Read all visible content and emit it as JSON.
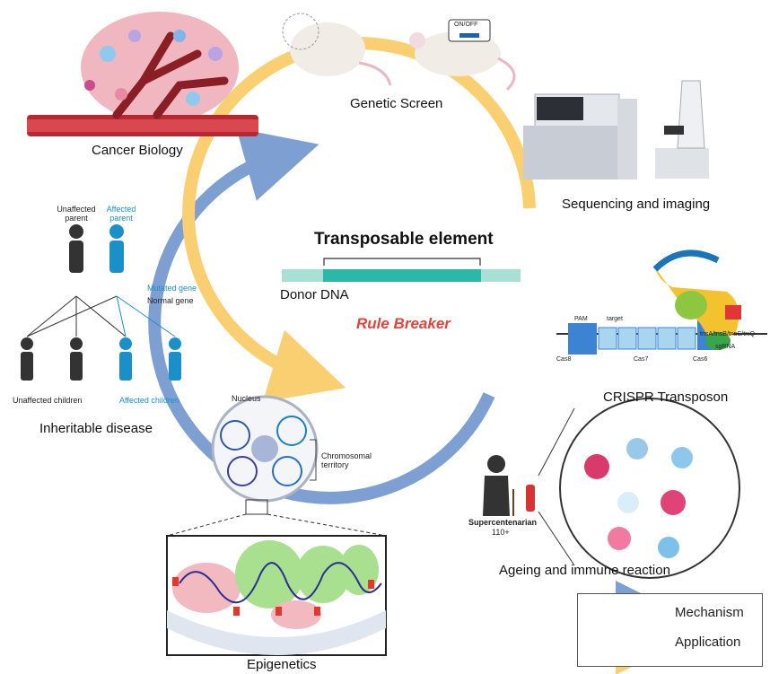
{
  "center": {
    "title": "Transposable element",
    "donor_label": "Donor DNA",
    "tagline": "Rule Breaker"
  },
  "panels": {
    "cancer": "Cancer Biology",
    "screen": "Genetic Screen",
    "sequencing": "Sequencing and imaging",
    "crispr": "CRISPR Transposon",
    "ageing": "Ageing and immune reaction",
    "epigenetics": "Epigenetics",
    "inheritable": "Inheritable disease"
  },
  "mouse_switch": "ON/OFF",
  "inheritance": {
    "unaffected_parent": "Unaffected parent",
    "affected_parent": "Affected parent",
    "mutated_gene": "Mutated gene",
    "normal_gene": "Normal gene",
    "unaffected_children": "Unaffected children",
    "affected_children": "Affected children"
  },
  "crispr_labels": {
    "pam": "PAM",
    "target": "target",
    "cas8": "Cas8",
    "cas7": "Cas7",
    "cas6": "Cas6",
    "sgrna": "sgRNA",
    "tns": "tnsA/tnsB/tnsC/tniQ"
  },
  "epigenetics_labels": {
    "nucleus": "Nucleus",
    "territory": "Chromosomal territory"
  },
  "ageing_labels": {
    "person": "Supercentenarian",
    "age": "110+"
  },
  "legend": [
    {
      "label": "Mechanism",
      "color": "#7e9fd1"
    },
    {
      "label": "Application",
      "color": "#f9cf72"
    }
  ],
  "colors": {
    "mechanism": "#7e9fd1",
    "application": "#f9cf72",
    "donor_dark": "#2bb8a8",
    "donor_light": "#a8e0d6",
    "tagline": "#e0453e",
    "affected": "#1a8fc8"
  }
}
